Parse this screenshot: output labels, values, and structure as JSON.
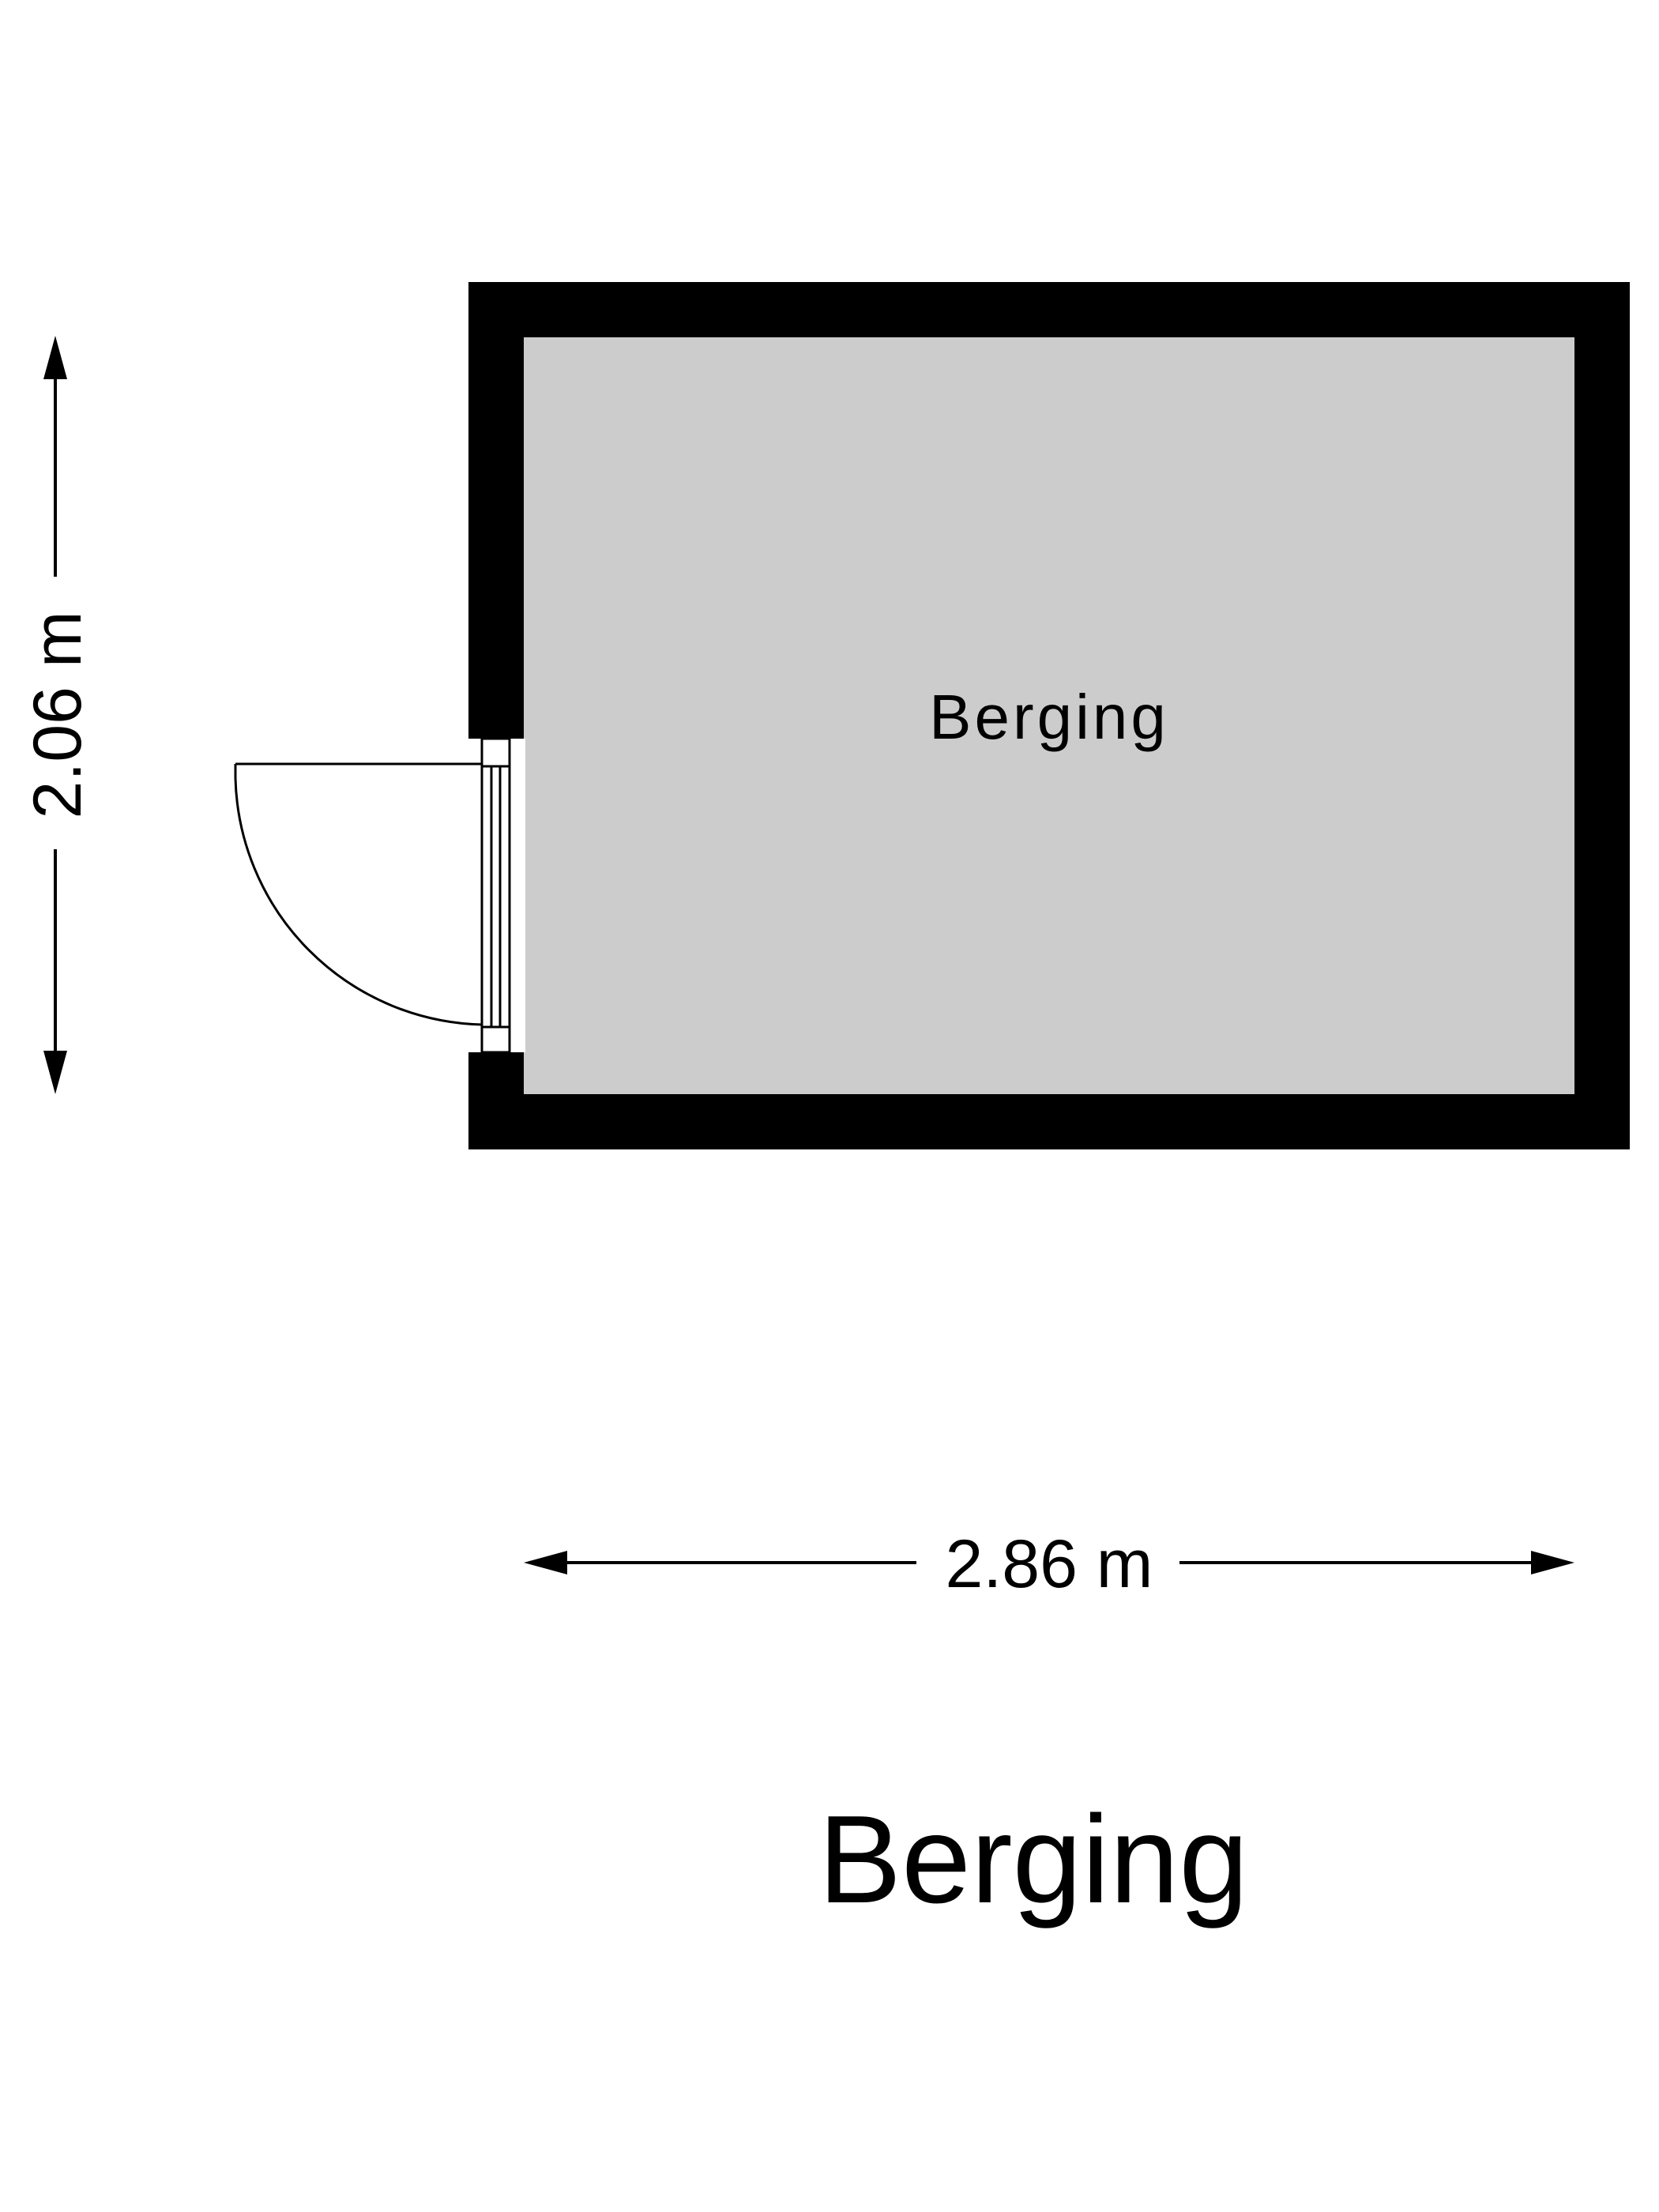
{
  "plan": {
    "title": "Berging",
    "room": {
      "name": "Berging"
    },
    "dimensions": {
      "width": "2.86 m",
      "depth": "2.06 m"
    },
    "colors": {
      "wall": "#000000",
      "floor": "#cccccc",
      "background": "#ffffff",
      "line": "#000000"
    }
  }
}
